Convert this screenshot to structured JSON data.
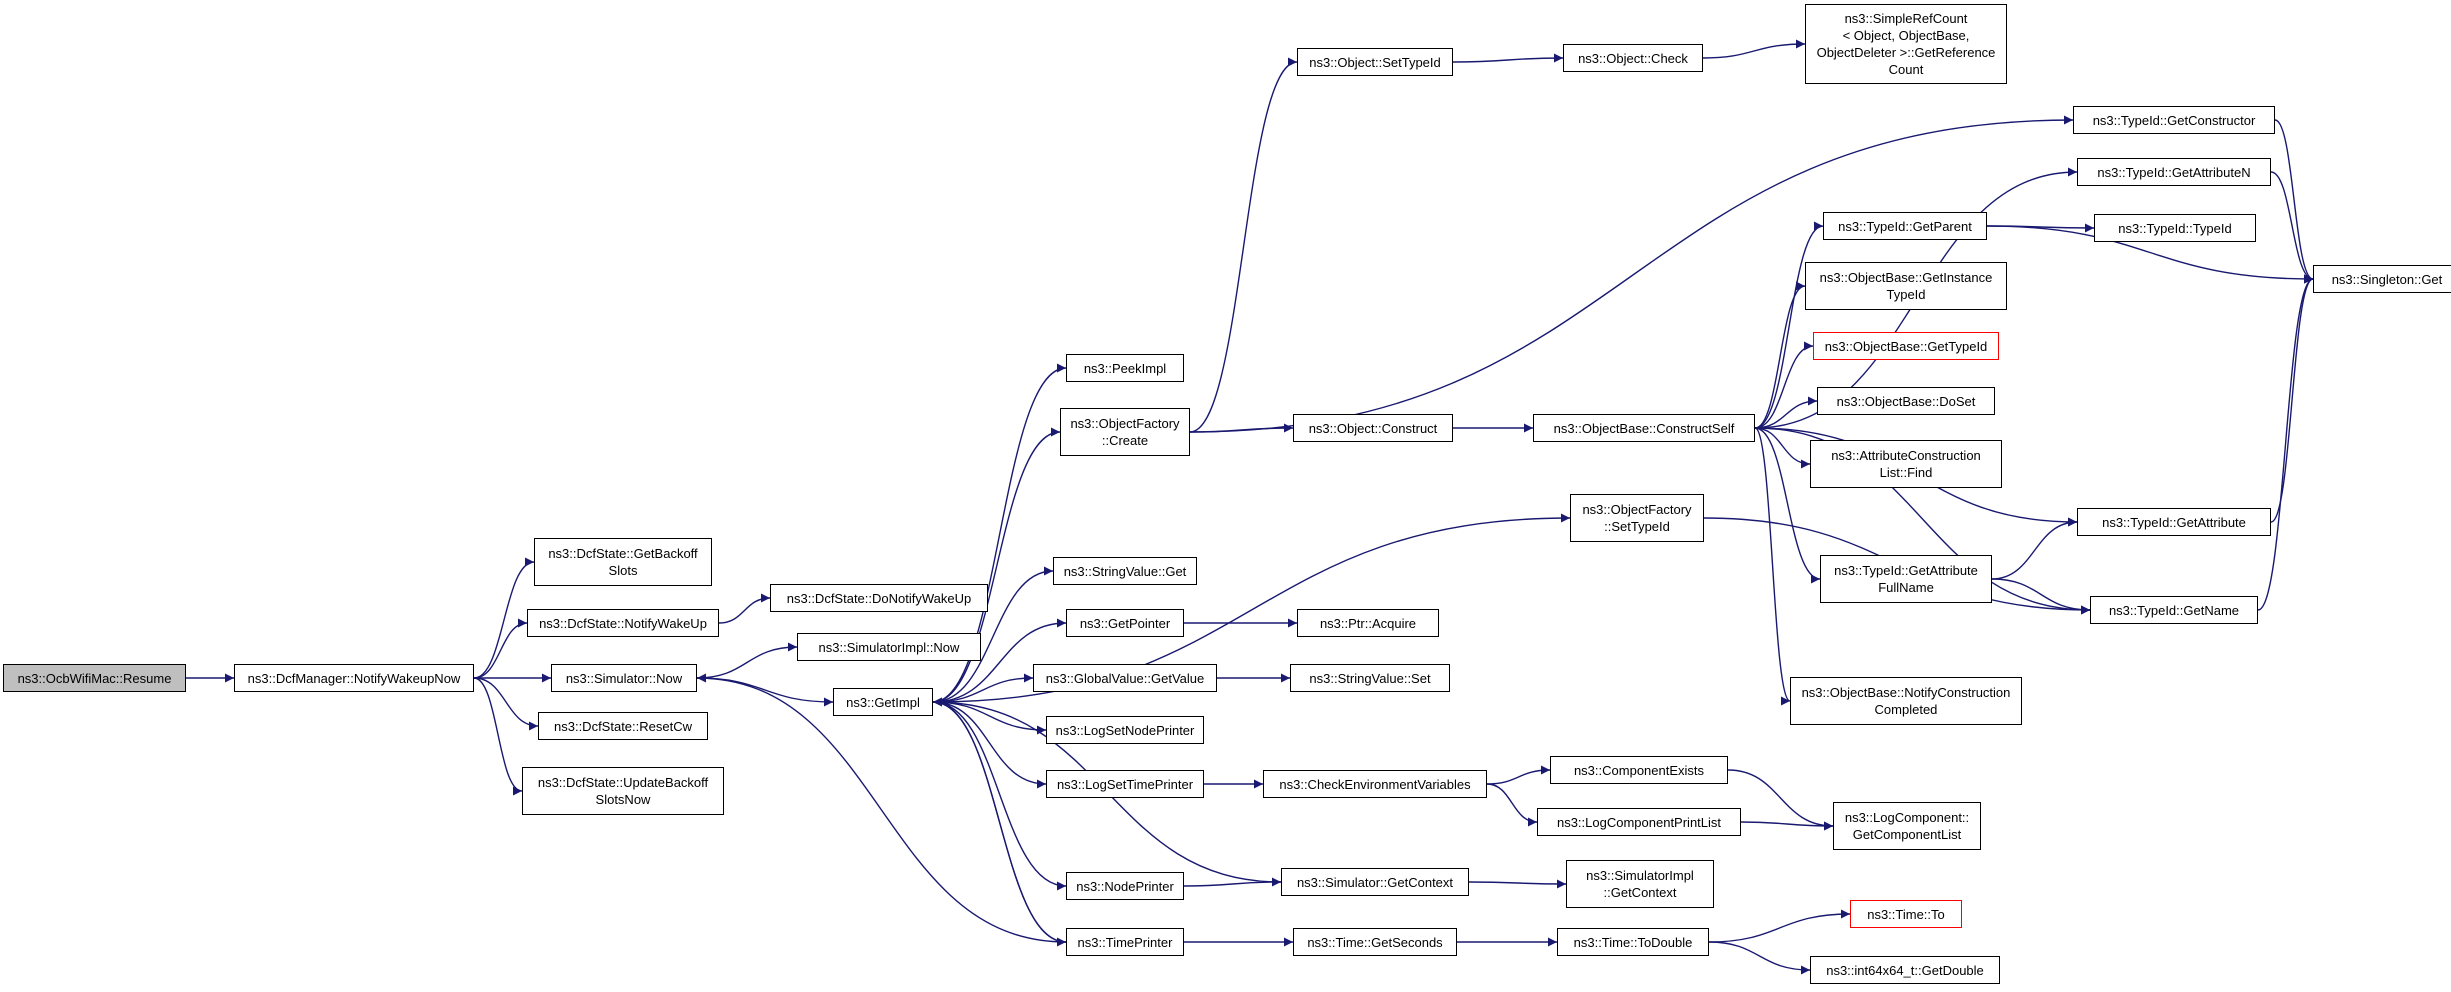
{
  "colors": {
    "edge": "#191970",
    "root_fill": "#bfbfbf",
    "node_border": "#000000",
    "truncated_border": "#ff0000"
  },
  "nodes": [
    {
      "id": "resume",
      "label": "ns3::OcbWifiMac::Resume",
      "root": true
    },
    {
      "id": "notifyWakeupNow",
      "label": "ns3::DcfManager::NotifyWakeupNow"
    },
    {
      "id": "getBackoffSlots",
      "label": "ns3::DcfState::GetBackoff\nSlots"
    },
    {
      "id": "notifyWakeUp",
      "label": "ns3::DcfState::NotifyWakeUp"
    },
    {
      "id": "doNotifyWakeUp",
      "label": "ns3::DcfState::DoNotifyWakeUp"
    },
    {
      "id": "simNow",
      "label": "ns3::Simulator::Now"
    },
    {
      "id": "simImplNow",
      "label": "ns3::SimulatorImpl::Now"
    },
    {
      "id": "resetCw",
      "label": "ns3::DcfState::ResetCw"
    },
    {
      "id": "updateBackoff",
      "label": "ns3::DcfState::UpdateBackoff\nSlotsNow"
    },
    {
      "id": "getImpl",
      "label": "ns3::GetImpl"
    },
    {
      "id": "peekImpl",
      "label": "ns3::PeekImpl"
    },
    {
      "id": "ofCreate",
      "label": "ns3::ObjectFactory\n::Create"
    },
    {
      "id": "stringValueGet",
      "label": "ns3::StringValue::Get"
    },
    {
      "id": "getPointer",
      "label": "ns3::GetPointer"
    },
    {
      "id": "ptrAcquire",
      "label": "ns3::Ptr::Acquire"
    },
    {
      "id": "globalValueGet",
      "label": "ns3::GlobalValue::GetValue"
    },
    {
      "id": "stringValueSet",
      "label": "ns3::StringValue::Set"
    },
    {
      "id": "logSetNodePrinter",
      "label": "ns3::LogSetNodePrinter"
    },
    {
      "id": "logSetTimePrinter",
      "label": "ns3::LogSetTimePrinter"
    },
    {
      "id": "checkEnv",
      "label": "ns3::CheckEnvironmentVariables"
    },
    {
      "id": "componentExists",
      "label": "ns3::ComponentExists"
    },
    {
      "id": "logCompPrintList",
      "label": "ns3::LogComponentPrintList"
    },
    {
      "id": "logCompGetList",
      "label": "ns3::LogComponent::\nGetComponentList"
    },
    {
      "id": "nodePrinter",
      "label": "ns3::NodePrinter"
    },
    {
      "id": "simGetContext",
      "label": "ns3::Simulator::GetContext"
    },
    {
      "id": "simImplGetContext",
      "label": "ns3::SimulatorImpl\n::GetContext"
    },
    {
      "id": "timePrinter",
      "label": "ns3::TimePrinter"
    },
    {
      "id": "timeGetSeconds",
      "label": "ns3::Time::GetSeconds"
    },
    {
      "id": "timeToDouble",
      "label": "ns3::Time::ToDouble"
    },
    {
      "id": "timeTo",
      "label": "ns3::Time::To",
      "truncated": true
    },
    {
      "id": "int64GetDouble",
      "label": "ns3::int64x64_t::GetDouble"
    },
    {
      "id": "objSetTypeId",
      "label": "ns3::Object::SetTypeId"
    },
    {
      "id": "objCheck",
      "label": "ns3::Object::Check"
    },
    {
      "id": "simpleRefCount",
      "label": "ns3::SimpleRefCount\n< Object, ObjectBase,\nObjectDeleter >::GetReference\nCount"
    },
    {
      "id": "objConstruct",
      "label": "ns3::Object::Construct"
    },
    {
      "id": "constructSelf",
      "label": "ns3::ObjectBase::ConstructSelf"
    },
    {
      "id": "ofSetTypeId",
      "label": "ns3::ObjectFactory\n::SetTypeId"
    },
    {
      "id": "tidGetConstructor",
      "label": "ns3::TypeId::GetConstructor"
    },
    {
      "id": "tidGetAttributeN",
      "label": "ns3::TypeId::GetAttributeN"
    },
    {
      "id": "tidGetParent",
      "label": "ns3::TypeId::GetParent"
    },
    {
      "id": "tidTypeId",
      "label": "ns3::TypeId::TypeId"
    },
    {
      "id": "singletonGet",
      "label": "ns3::Singleton::Get"
    },
    {
      "id": "obGetInstanceTypeId",
      "label": "ns3::ObjectBase::GetInstance\nTypeId"
    },
    {
      "id": "obGetTypeId",
      "label": "ns3::ObjectBase::GetTypeId",
      "truncated": true
    },
    {
      "id": "obDoSet",
      "label": "ns3::ObjectBase::DoSet"
    },
    {
      "id": "acListFind",
      "label": "ns3::AttributeConstruction\nList::Find"
    },
    {
      "id": "tidGetAttribute",
      "label": "ns3::TypeId::GetAttribute"
    },
    {
      "id": "tidGetAttrFullName",
      "label": "ns3::TypeId::GetAttribute\nFullName"
    },
    {
      "id": "tidGetName",
      "label": "ns3::TypeId::GetName"
    },
    {
      "id": "obNotifyConstruction",
      "label": "ns3::ObjectBase::NotifyConstruction\nCompleted"
    }
  ],
  "edges": [
    {
      "from": "resume",
      "to": "notifyWakeupNow"
    },
    {
      "from": "notifyWakeupNow",
      "to": "getBackoffSlots"
    },
    {
      "from": "notifyWakeupNow",
      "to": "notifyWakeUp"
    },
    {
      "from": "notifyWakeupNow",
      "to": "simNow"
    },
    {
      "from": "notifyWakeupNow",
      "to": "resetCw"
    },
    {
      "from": "notifyWakeupNow",
      "to": "updateBackoff"
    },
    {
      "from": "notifyWakeUp",
      "to": "doNotifyWakeUp"
    },
    {
      "from": "simNow",
      "to": "simImplNow"
    },
    {
      "from": "simNow",
      "to": "getImpl"
    },
    {
      "from": "getImpl",
      "to": "peekImpl"
    },
    {
      "from": "getImpl",
      "to": "ofCreate"
    },
    {
      "from": "getImpl",
      "to": "ofSetTypeId"
    },
    {
      "from": "getImpl",
      "to": "stringValueGet"
    },
    {
      "from": "getImpl",
      "to": "getPointer"
    },
    {
      "from": "getImpl",
      "to": "globalValueGet"
    },
    {
      "from": "getImpl",
      "to": "logSetNodePrinter"
    },
    {
      "from": "getImpl",
      "to": "logSetTimePrinter"
    },
    {
      "from": "getImpl",
      "to": "nodePrinter"
    },
    {
      "from": "getImpl",
      "to": "timePrinter"
    },
    {
      "from": "getPointer",
      "to": "ptrAcquire"
    },
    {
      "from": "globalValueGet",
      "to": "stringValueSet"
    },
    {
      "from": "logSetTimePrinter",
      "to": "checkEnv"
    },
    {
      "from": "checkEnv",
      "to": "componentExists"
    },
    {
      "from": "checkEnv",
      "to": "logCompPrintList"
    },
    {
      "from": "componentExists",
      "to": "logCompGetList"
    },
    {
      "from": "logCompPrintList",
      "to": "logCompGetList"
    },
    {
      "from": "nodePrinter",
      "to": "simGetContext"
    },
    {
      "from": "simGetContext",
      "to": "getImpl"
    },
    {
      "from": "simGetContext",
      "to": "simImplGetContext"
    },
    {
      "from": "timePrinter",
      "to": "simNow"
    },
    {
      "from": "timePrinter",
      "to": "getImpl"
    },
    {
      "from": "timePrinter",
      "to": "timeGetSeconds"
    },
    {
      "from": "timeGetSeconds",
      "to": "timeToDouble"
    },
    {
      "from": "timeToDouble",
      "to": "timeTo"
    },
    {
      "from": "timeToDouble",
      "to": "int64GetDouble"
    },
    {
      "from": "ofCreate",
      "to": "objSetTypeId"
    },
    {
      "from": "ofCreate",
      "to": "objConstruct"
    },
    {
      "from": "ofCreate",
      "to": "tidGetConstructor"
    },
    {
      "from": "objSetTypeId",
      "to": "objCheck"
    },
    {
      "from": "objCheck",
      "to": "simpleRefCount"
    },
    {
      "from": "objConstruct",
      "to": "constructSelf"
    },
    {
      "from": "constructSelf",
      "to": "tidGetAttributeN"
    },
    {
      "from": "constructSelf",
      "to": "tidGetParent"
    },
    {
      "from": "constructSelf",
      "to": "obGetInstanceTypeId"
    },
    {
      "from": "constructSelf",
      "to": "obGetTypeId"
    },
    {
      "from": "constructSelf",
      "to": "obDoSet"
    },
    {
      "from": "constructSelf",
      "to": "acListFind"
    },
    {
      "from": "constructSelf",
      "to": "tidGetAttribute"
    },
    {
      "from": "constructSelf",
      "to": "tidGetAttrFullName"
    },
    {
      "from": "constructSelf",
      "to": "tidGetName"
    },
    {
      "from": "constructSelf",
      "to": "obNotifyConstruction"
    },
    {
      "from": "ofSetTypeId",
      "to": "tidGetName"
    },
    {
      "from": "tidGetConstructor",
      "to": "singletonGet"
    },
    {
      "from": "tidGetAttributeN",
      "to": "singletonGet"
    },
    {
      "from": "tidGetParent",
      "to": "tidTypeId"
    },
    {
      "from": "tidGetParent",
      "to": "singletonGet"
    },
    {
      "from": "tidGetAttribute",
      "to": "singletonGet"
    },
    {
      "from": "tidGetAttrFullName",
      "to": "tidGetAttribute"
    },
    {
      "from": "tidGetAttrFullName",
      "to": "tidGetName"
    },
    {
      "from": "tidGetName",
      "to": "singletonGet"
    }
  ]
}
